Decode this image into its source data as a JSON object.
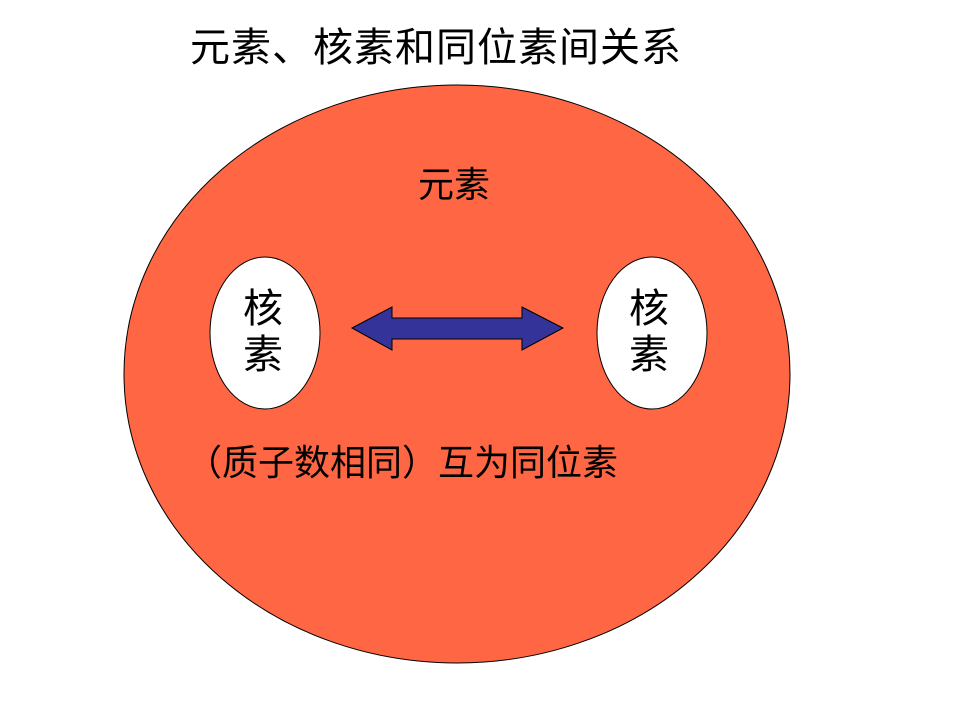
{
  "title": "元素、核素和同位素间关系",
  "element_label": "元素",
  "nuclide_left_label": "核素",
  "nuclide_right_label": "核素",
  "relation_label": "（质子数相同）互为同位素",
  "colors": {
    "element_fill": "#FF6644",
    "nuclide_fill": "#FFFFFF",
    "arrow_fill": "#333399",
    "outline": "#000000",
    "text": "#000000"
  }
}
